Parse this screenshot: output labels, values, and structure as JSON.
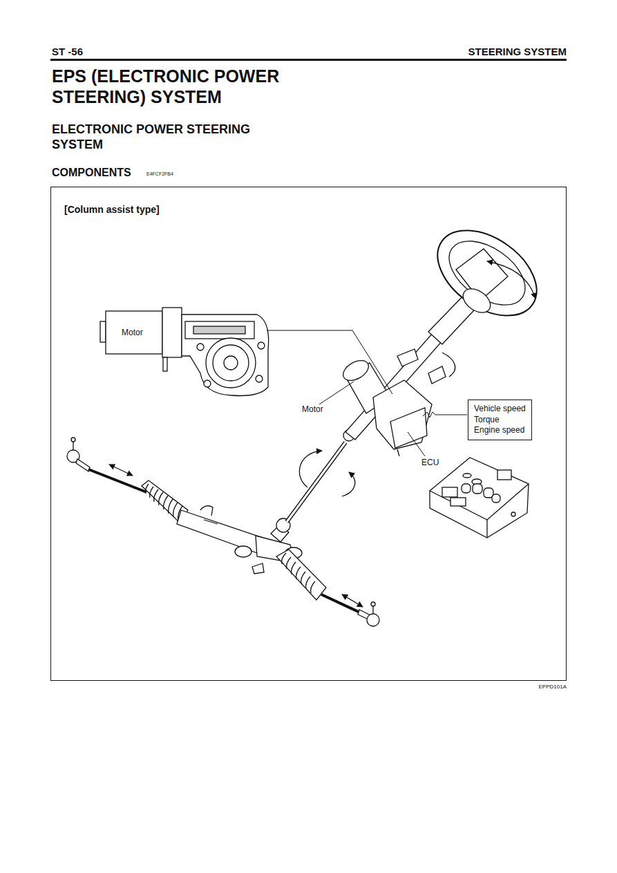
{
  "diagram": {
    "title": "EPS (ELECTRONIC POWER STEERING) SYSTEM",
    "nodes": [
      {
        "text": [
          "[Column assist type]"
        ]
      },
      {
        "text": [
          "Vehicle speed",
          "Torque",
          "Engine speed"
        ],
        "in": 0
      }
    ],
    "edges": [],
    "labels": [
      "ST -56",
      "STEERING SYSTEM",
      "ELECTRONIC POWER STEERING SYSTEM",
      "COMPONENTS",
      "E4FCF2FB4",
      "Motor",
      "Motor",
      "ECU",
      "EPPD101A"
    ]
  }
}
